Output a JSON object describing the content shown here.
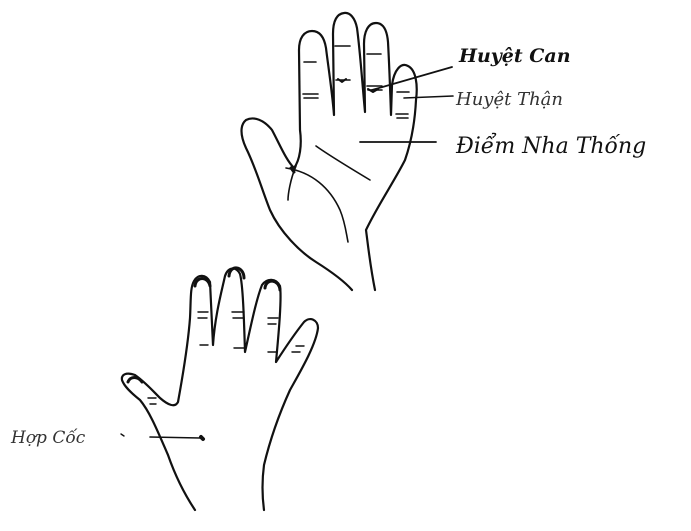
{
  "labels": {
    "huyet_can": "Huyệt Can",
    "huyet_than": "Huyệt Thận",
    "diem_nha_thong": "Điểm Nha Thống",
    "hop_coc": "Hợp Cốc"
  },
  "colors": {
    "ink": "#111111",
    "background": "#ffffff"
  }
}
